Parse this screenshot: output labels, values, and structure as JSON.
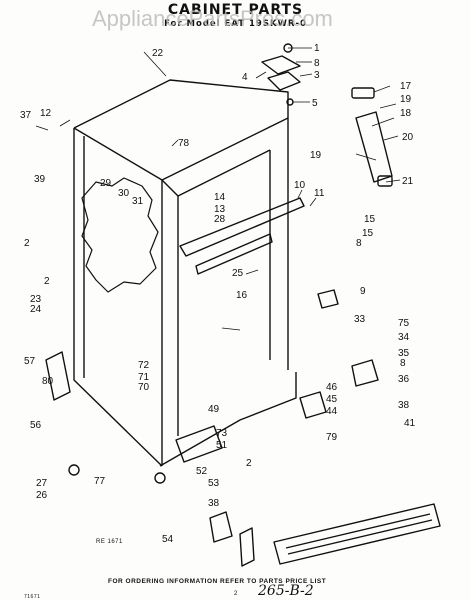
{
  "title": "CABINET PARTS",
  "subtitle": "For Model EAT 19SKWR-0",
  "watermark": "AppliancePartsPros.com",
  "footer_note": "FOR ORDERING INFORMATION REFER TO PARTS PRICE LIST",
  "ref_code": "RE 1671",
  "page_number": "2",
  "corner_code": "71671",
  "handwritten_code": "265-B-2",
  "callouts": [
    "1",
    "2",
    "3",
    "4",
    "5",
    "8",
    "9",
    "10",
    "11",
    "12",
    "13",
    "14",
    "15",
    "16",
    "17",
    "18",
    "19",
    "20",
    "21",
    "22",
    "23",
    "24",
    "25",
    "26",
    "27",
    "28",
    "29",
    "30",
    "31",
    "33",
    "34",
    "35",
    "36",
    "37",
    "38",
    "39",
    "41",
    "44",
    "45",
    "46",
    "49",
    "51",
    "52",
    "53",
    "54",
    "56",
    "57",
    "70",
    "71",
    "72",
    "73",
    "75",
    "77",
    "78",
    "79",
    "80"
  ]
}
